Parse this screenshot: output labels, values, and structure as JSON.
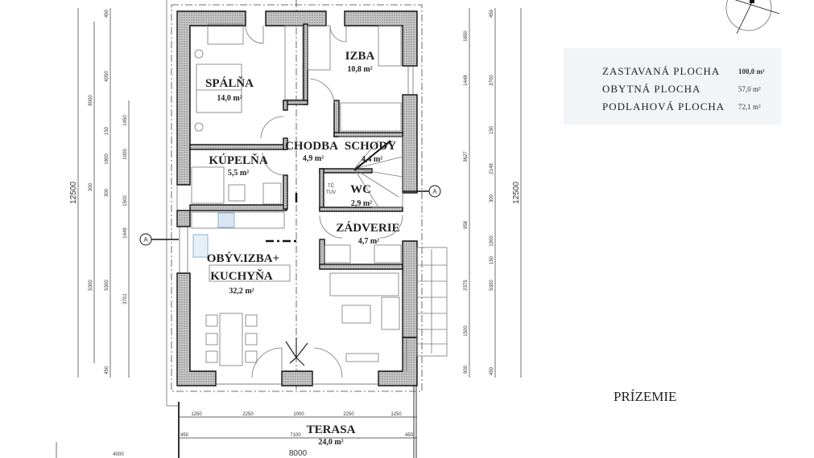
{
  "drawing_title": "PRÍZEMIE",
  "area_summary": [
    {
      "label": "ZASTAVANÁ  PLOCHA",
      "value": "100,0 m²"
    },
    {
      "label": "OBYTNÁ PLOCHA",
      "value": "57,0 m²"
    },
    {
      "label": "PODLAHOVÁ PLOCHA",
      "value": "72,1 m²"
    }
  ],
  "rooms": {
    "spalna": {
      "name": "SPÁLŇA",
      "area": "14,0 m²"
    },
    "izba": {
      "name": "IZBA",
      "area": "10,8 m²"
    },
    "chodba": {
      "name": "CHODBA",
      "area": "4,9 m²"
    },
    "schody": {
      "name": "SCHODY",
      "area": "4,4 m²"
    },
    "kupelna": {
      "name": "KÚPELŇA",
      "area": "5,5 m²"
    },
    "wc": {
      "name": "WC",
      "area": "2,9 m²",
      "equipment": [
        "TČ",
        "TUV"
      ]
    },
    "zadverie": {
      "name": "ZÁDVERIE",
      "area": "4,7 m²"
    },
    "obyvacka": {
      "name_line1": "OBÝV.IZBA+",
      "name_line2": "KUCHYŇA",
      "area": "32,2 m²"
    },
    "terasa": {
      "name": "TERASA",
      "area": "24,0 m²"
    }
  },
  "section_marker": "A",
  "dimensions": {
    "left_total": "12500",
    "left_chain_1": [
      "8000",
      "300",
      "5300"
    ],
    "left_chain_2": [
      "450",
      "4050",
      "150",
      "1800",
      "300",
      "5300",
      "450"
    ],
    "left_chain_3": [
      "1450",
      "1000",
      "1500",
      "1449",
      "3701"
    ],
    "right_chain_1": [
      "1650",
      "1448",
      "3627",
      "958",
      "2375",
      "1500",
      "900"
    ],
    "right_chain_2": [
      "450",
      "3700",
      "150",
      "2149",
      "300",
      "1900",
      "150",
      "5300",
      "450"
    ],
    "right_total": "12500",
    "bottom_chain_1": [
      "1250",
      "2250",
      "1000",
      "2250",
      "1250"
    ],
    "bottom_chain_2": [
      "450",
      "7100",
      "450"
    ],
    "bottom_total": "8000",
    "bottom_left": "4000"
  },
  "colors": {
    "wall_hatch": "#9a9a9a",
    "line": "#111111",
    "fixture_blue": "#8fb3d9"
  }
}
